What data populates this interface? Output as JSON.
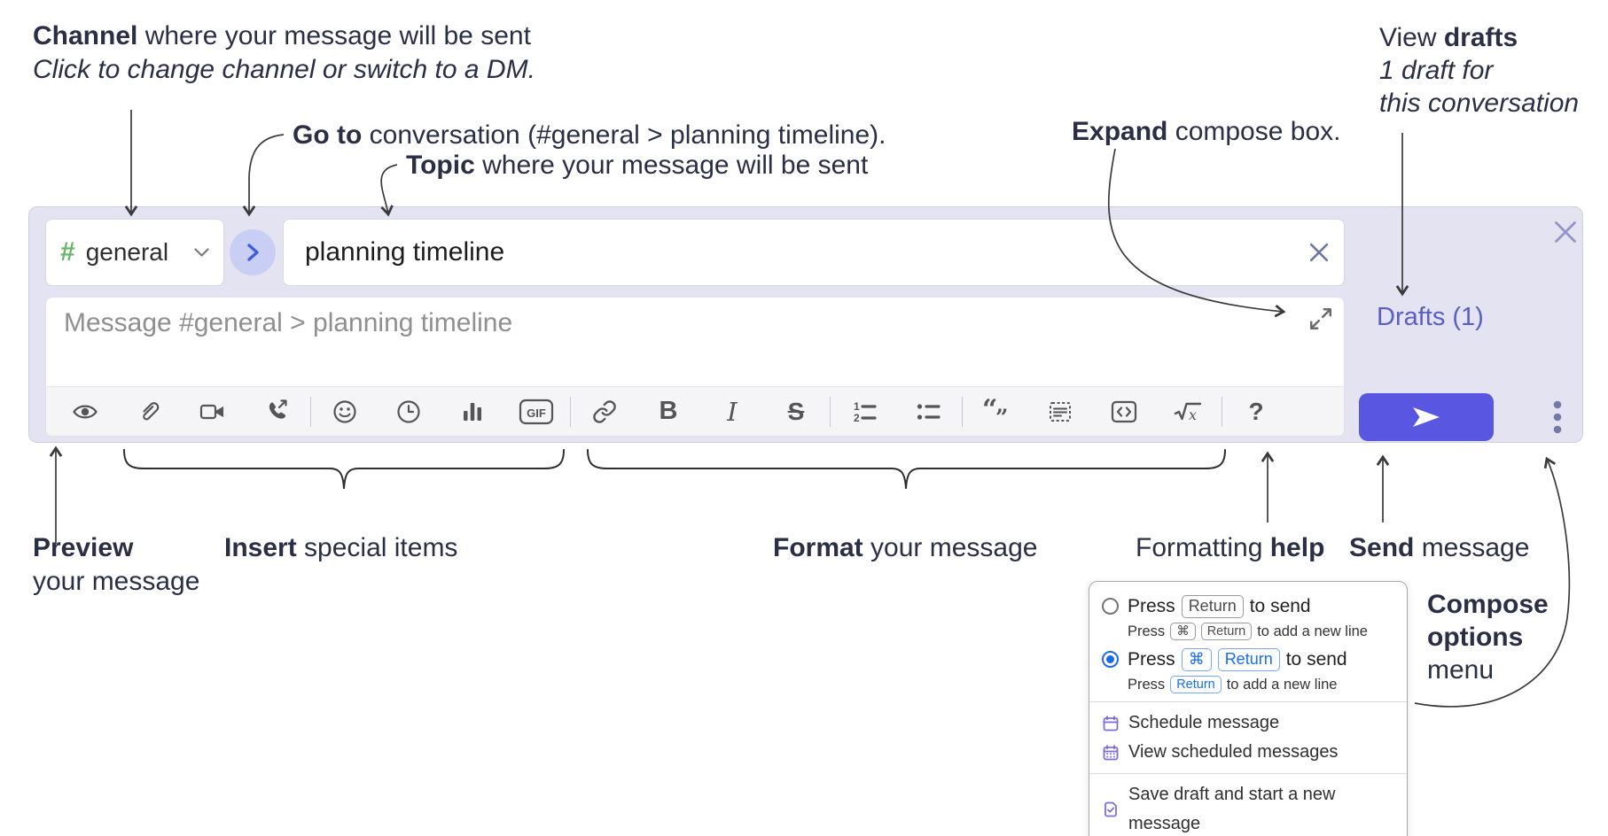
{
  "annotations": {
    "channel": {
      "bold": "Channel",
      "rest": " where your message will be sent",
      "line2": "Click to change channel or switch to a DM."
    },
    "goto": {
      "bold": "Go to",
      "rest": " conversation (#general > planning timeline)."
    },
    "topic": {
      "bold": "Topic",
      "rest": " where your message will be sent"
    },
    "expand": {
      "bold": "Expand",
      "rest": " compose box."
    },
    "view_drafts": {
      "pre": "View ",
      "bold": "drafts",
      "line2": "1 draft for",
      "line3": "this conversation"
    },
    "preview": {
      "bold": "Preview",
      "line2": "your message"
    },
    "insert": {
      "bold": "Insert",
      "rest": " special items"
    },
    "format": {
      "bold": "Format",
      "rest": " your message"
    },
    "formatting_help": {
      "pre": "Formatting ",
      "bold": "help"
    },
    "send": {
      "bold": "Send",
      "rest": " message"
    },
    "compose_options": {
      "bold1": "Compose",
      "bold2": "options",
      "line3": "menu"
    }
  },
  "compose": {
    "channel": {
      "hash": "#",
      "name": "general"
    },
    "topic_value": "planning timeline",
    "message_placeholder": "Message #general > planning timeline",
    "drafts_link": "Drafts (1)",
    "toolbar_labels": {
      "bold": "B",
      "italic": "I",
      "strikethrough": "S",
      "gif": "GIF",
      "help": "?"
    },
    "toolbar_icons": [
      "eye-preview",
      "paperclip-attach",
      "video-call",
      "audio-call",
      "emoji",
      "time",
      "poll",
      "gif",
      "link",
      "bold",
      "italic",
      "strikethrough",
      "numbered-list",
      "bulleted-list",
      "quote",
      "spoiler",
      "code",
      "math",
      "help"
    ]
  },
  "menu": {
    "option1": {
      "press": "Press",
      "kbd1": "Return",
      "suffix": "to send",
      "sub_press": "Press",
      "sub_kbd1": "⌘",
      "sub_kbd2": "Return",
      "sub_suffix": "to add a new line"
    },
    "option2": {
      "press": "Press",
      "kbd1": "⌘",
      "kbd2": "Return",
      "suffix": "to send",
      "sub_press": "Press",
      "sub_kbd1": "Return",
      "sub_suffix": "to add a new line"
    },
    "item_schedule": "Schedule message",
    "item_view_scheduled": "View scheduled messages",
    "item_save_draft": "Save draft and start a new message"
  },
  "colors": {
    "compose_bg": "#e3e3f1",
    "send_button": "#5956e1",
    "link_purple": "#5a5ec1",
    "radio_blue": "#1a6be8",
    "kbd_blue": "#1a6ef0",
    "menu_icon_purple": "#7b6fd8",
    "channel_hash_green": "#65b665",
    "goto_chevron_blue": "#3b5fdf",
    "annotation_text": "#2a2f45",
    "toolbar_icon": "#555555"
  }
}
